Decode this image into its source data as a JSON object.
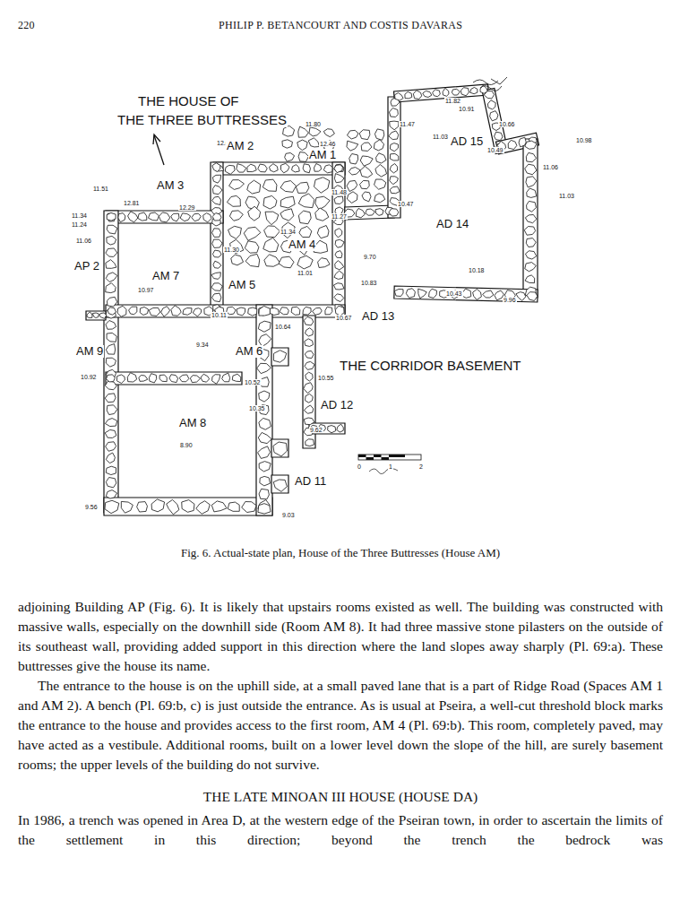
{
  "diagram": {
    "caption": "Fig. 6. Actual-state plan, House of the Three Buttresses (House AM)",
    "labels": [
      "220",
      "PHILIP P. BETANCOURT AND COSTIS DAVARAS",
      "THE HOUSE OF",
      "THE THREE BUTTRESSES",
      "11.82",
      "10.91",
      "11.80",
      "11.47",
      "AD 15",
      "11.03",
      "10.66",
      "10.49",
      "10.98",
      "11.06",
      "11.03",
      "12.68",
      "AM 2",
      "12.46",
      "AM 1",
      "AM 3",
      "11.51",
      "12.81",
      "12.29",
      "11.34",
      "11.24",
      "11.06",
      "11.48",
      "11.27",
      "10.47",
      "AD 14",
      "11.34",
      "AM 4",
      "11.30",
      "AP 2",
      "AM 7",
      "9.70",
      "11.01",
      "AM 5",
      "10.83",
      "10.97",
      "10.18",
      "10.43",
      "9.96",
      "10.11",
      "10.67",
      "AD 13",
      "10.64",
      "9.34",
      "AM 6",
      "AM 9",
      "THE CORRIDOR BASEMENT",
      "10.92",
      "10.52",
      "10.55",
      "AD 12",
      "10.35",
      "9.62",
      "AM 8",
      "8.90",
      "0",
      "1",
      "2",
      "AD 11",
      "9.56",
      "9.03",
      "adjoining Building AP (Fig. 6). It is likely that upstairs rooms existed as well. The building was constructed with massive walls, especially on the downhill side (Room AM 8). It had three massive stone pilasters on the outside of its southeast wall, providing added support in this direction where the land slopes away sharply (Pl. 69:a). These buttresses give the house its name.",
      "The entrance to the house is on the uphill side, at a small paved lane that is a part of Ridge Road (Spaces AM 1 and AM 2). A bench (Pl. 69:b, c) is just outside the entrance. As is usual at Pseira, a well-cut threshold block marks the entrance to the house and provides access to the first room, AM 4 (Pl. 69:b). This room, completely paved, may have acted as a vestibule. Additional rooms, built on a lower level down the slope of the hill, are surely basement rooms; the upper levels of the building do not survive.",
      "THE LATE MINOAN III HOUSE (HOUSE DA)",
      "In 1986, a trench was opened in Area D, at the western edge of the Pseiran town, in order to ascertain the limits of the settlement in this direction; beyond the trench the bedrock was"
    ]
  }
}
